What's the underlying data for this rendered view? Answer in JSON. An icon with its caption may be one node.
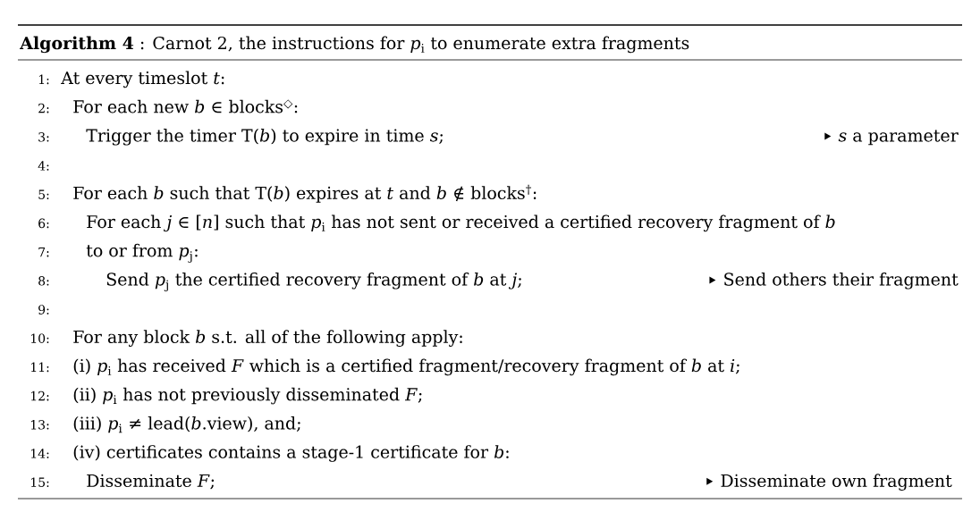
{
  "diagram": {
    "title": "**Algorithm 4** : Carnot 2, the instructions for *p*$_{i}$ to enumerate extra fragments",
    "labels": [
      "1:",
      "At every timeslot *t*:",
      "2:",
      "For each new *b* ∈ blocks$^{◇}$:",
      "3:",
      "Trigger the timer T(*b*) to expire in time *s*;",
      "*s* a parameter",
      "4:",
      "5:",
      "For each *b* such that T(*b*) expires at *t* and *b* ∉ blocks$^{†}$:",
      "6:",
      "For each *j* ∈ [*n*] such that *p*$_{i}$ has not sent or received a certified recovery fragment of *b*",
      "7:",
      "to or from *p*$_{j}$:",
      "8:",
      "Send *p*$_{j}$ the certified recovery fragment of *b* at *j*;",
      "Send others their fragment",
      "9:",
      "10:",
      "For any block *b* s.t. all of the following apply:",
      "11:",
      "(i) *p*$_{i}$ has received *F* which is a certified fragment/recovery fragment of *b* at *i*;",
      "12:",
      "(ii) *p*$_{i}$ has not previously disseminated *F*;",
      "13:",
      "(iii) *p*$_{i}$ ≠ lead(*b*.view), and;",
      "14:",
      "(iv) certificates contains a stage-1 certificate for *b*:",
      "15:",
      "Disseminate *F*;",
      "Disseminate own fragment"
    ]
  }
}
